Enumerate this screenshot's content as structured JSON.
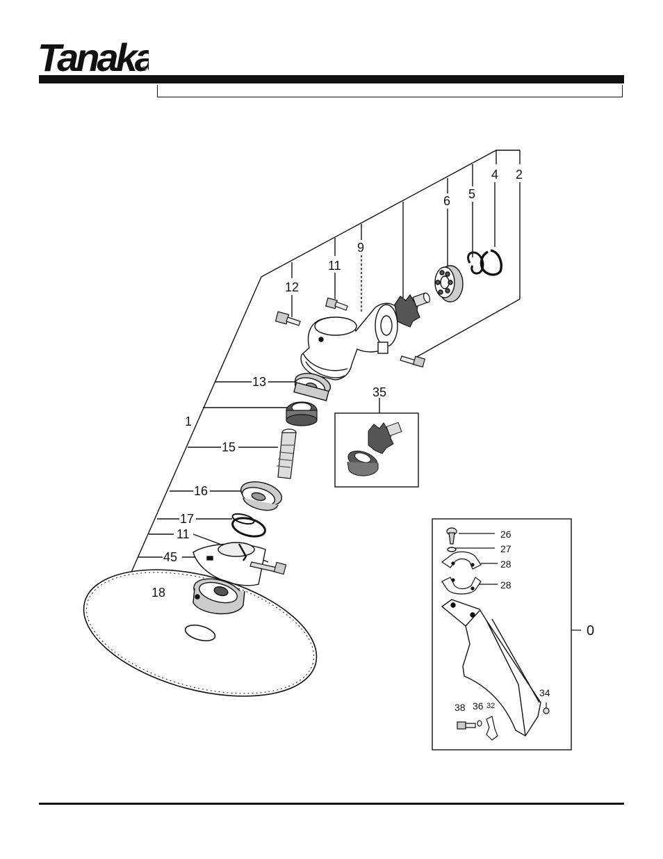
{
  "header": {
    "brand": "Tanaka",
    "trademark": "®"
  },
  "callouts": {
    "c1": "1",
    "c2": "2",
    "c4": "4",
    "c5": "5",
    "c6": "6",
    "c9": "9",
    "c11a": "11",
    "c11b": "11",
    "c12": "12",
    "c13": "13",
    "c15": "15",
    "c16": "16",
    "c17": "17",
    "c18": "18",
    "c45": "45",
    "c35": "35",
    "c26": "26",
    "c27": "27",
    "c28a": "28",
    "c28b": "28",
    "c0": "0",
    "c34": "34",
    "c38": "38",
    "c36": "36",
    "c32": "32"
  }
}
